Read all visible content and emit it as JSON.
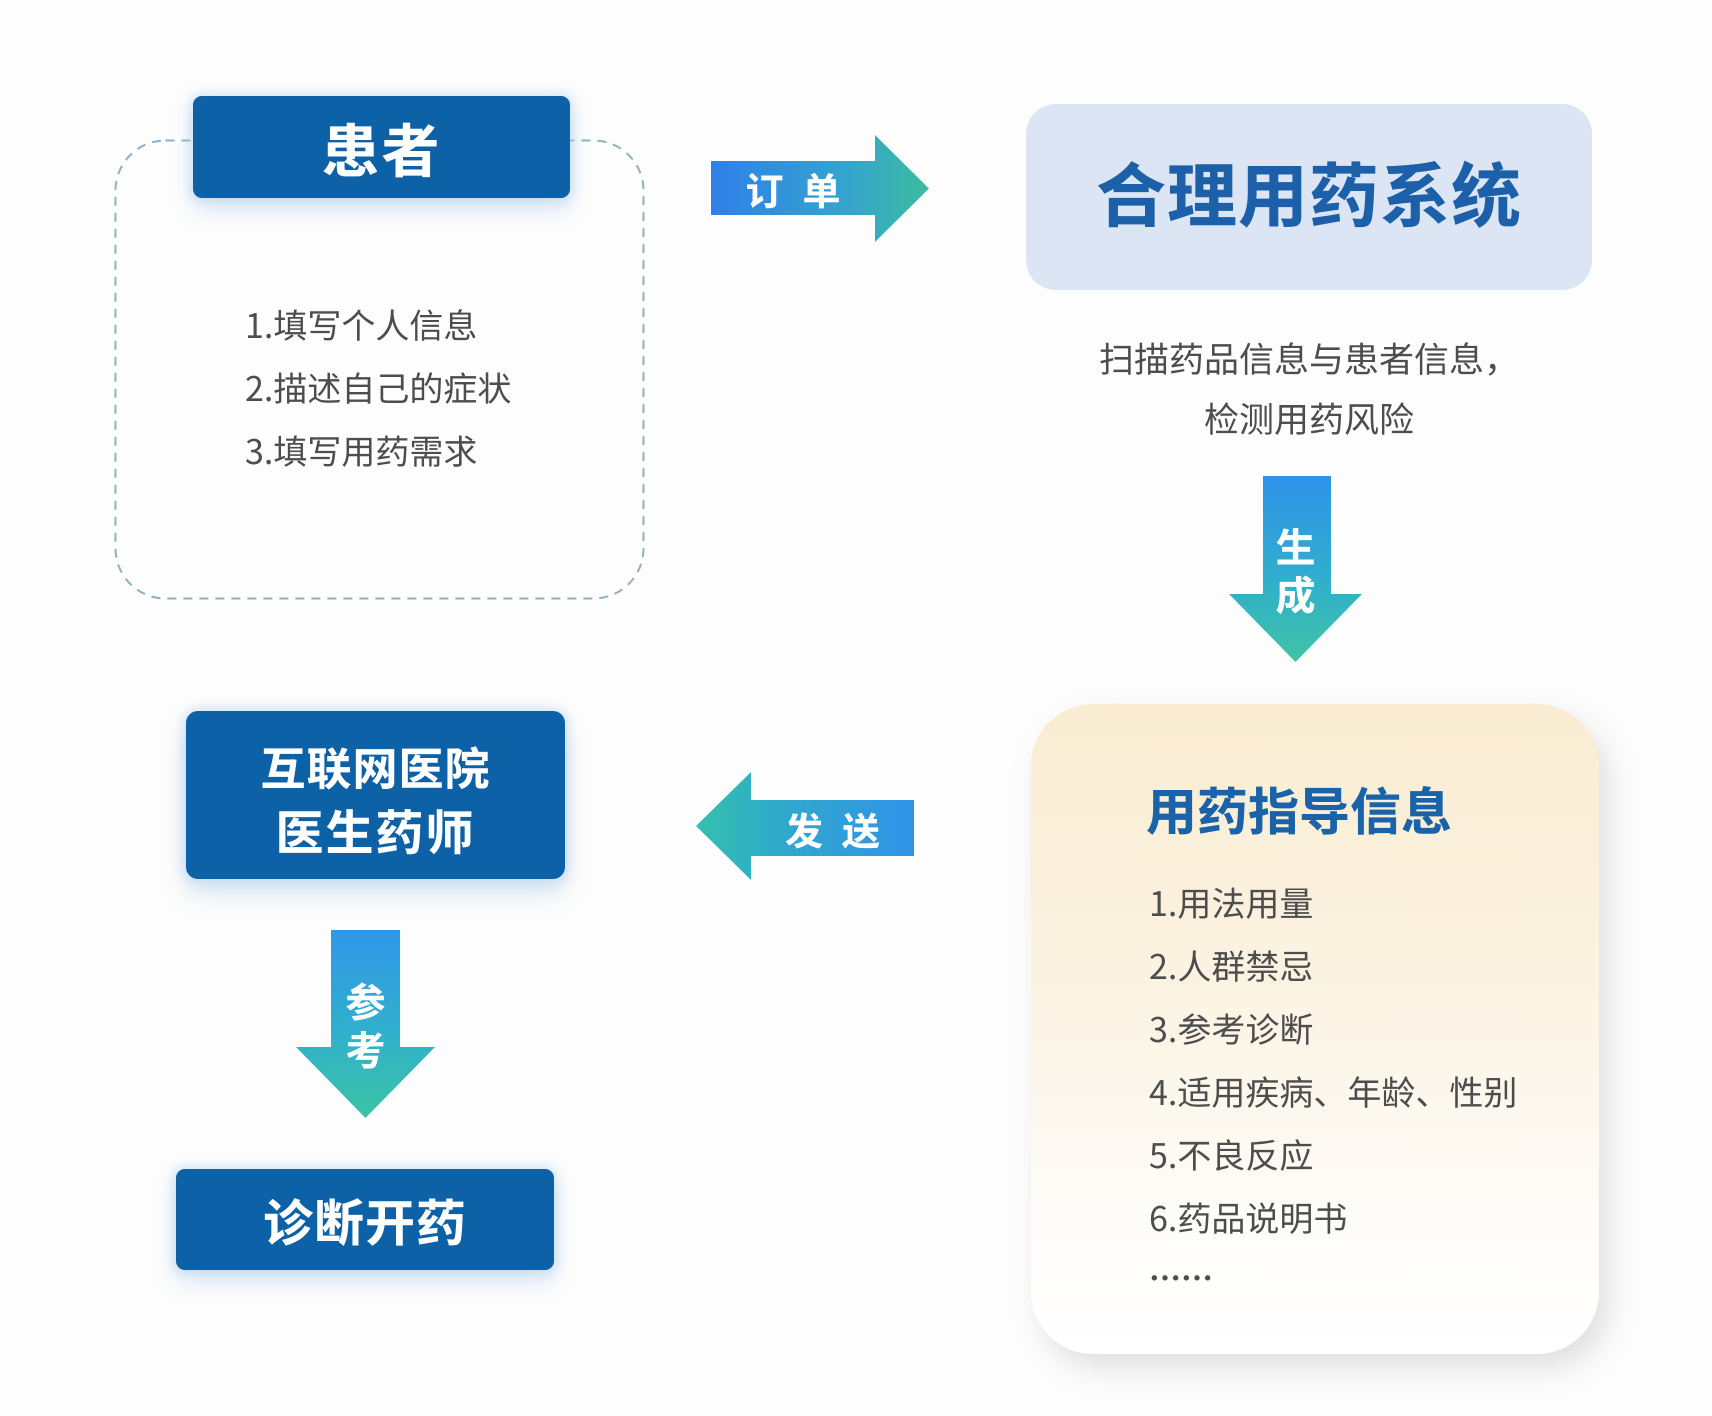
{
  "colors": {
    "background": "#fdfdfd",
    "solid_box_blue": "#0d61a6",
    "system_box_fill": "#dbe5f4",
    "heading_blue": "#1b60a9",
    "body_text_gray": "#4d4d4d",
    "arrow_blue": "#2f80e8",
    "arrow_teal": "#3bbc9f",
    "guide_box_cream": "#f9ecd2",
    "dashed_border": "#8fb0c2",
    "label_white": "#ffffff"
  },
  "patient": {
    "title": "患者",
    "steps": [
      "1.填写个人信息",
      "2.描述自己的症状",
      "3.填写用药需求"
    ]
  },
  "arrows": {
    "order": {
      "label": "订单",
      "direction": "right"
    },
    "generate": {
      "label": "生成",
      "direction": "down"
    },
    "send": {
      "label": "发送",
      "direction": "left"
    },
    "reference": {
      "label": "参考",
      "direction": "down"
    }
  },
  "system": {
    "title": "合理用药系统",
    "caption_line1": "扫描药品信息与患者信息，",
    "caption_line2": "检测用药风险"
  },
  "guide": {
    "title": "用药指导信息",
    "items": [
      "1.用法用量",
      "2.人群禁忌",
      "3.参考诊断",
      "4.适用疾病、年龄、性别",
      "5.不良反应",
      "6.药品说明书",
      "……"
    ]
  },
  "hospital": {
    "line1": "互联网医院",
    "line2": "医生药师"
  },
  "diagnose": {
    "title": "诊断开药"
  }
}
